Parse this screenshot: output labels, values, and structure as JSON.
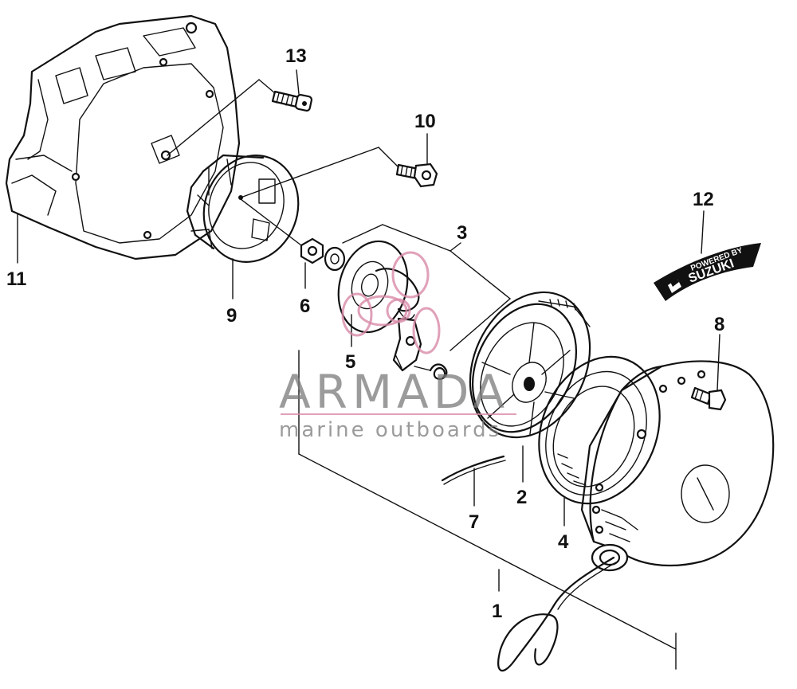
{
  "parts": [
    {
      "id": "1",
      "label": "1"
    },
    {
      "id": "2",
      "label": "2"
    },
    {
      "id": "3",
      "label": "3"
    },
    {
      "id": "4",
      "label": "4"
    },
    {
      "id": "5",
      "label": "5"
    },
    {
      "id": "6",
      "label": "6"
    },
    {
      "id": "7",
      "label": "7"
    },
    {
      "id": "8",
      "label": "8"
    },
    {
      "id": "9",
      "label": "9"
    },
    {
      "id": "10",
      "label": "10"
    },
    {
      "id": "11",
      "label": "11"
    },
    {
      "id": "12",
      "label": "12"
    },
    {
      "id": "13",
      "label": "13"
    }
  ],
  "watermark": {
    "title": "ARMADA",
    "subtitle": "marine outboards",
    "color": "#7a7a7a",
    "accent": "#d88aa8"
  },
  "decal": {
    "powered_by": "POWERED BY",
    "brand": "SUZUKI"
  }
}
